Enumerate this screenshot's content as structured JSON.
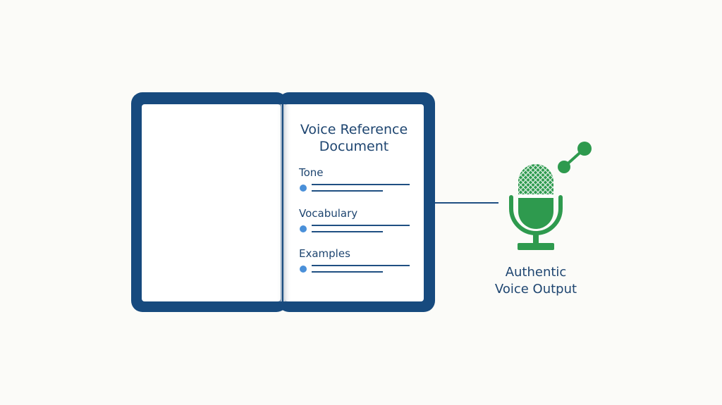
{
  "document": {
    "title_line1": "Voice Reference",
    "title_line2": "Document",
    "sections": [
      {
        "label": "Tone"
      },
      {
        "label": "Vocabulary"
      },
      {
        "label": "Examples"
      }
    ]
  },
  "output": {
    "label_line1": "Authentic",
    "label_line2": "Voice Output"
  },
  "colors": {
    "book_border": "#174a7e",
    "text": "#1e4570",
    "bullet": "#4a90d9",
    "mic_green": "#2e9a4e",
    "connector": "#1f4f82"
  },
  "icons": [
    "open-book-icon",
    "microphone-icon",
    "connection-node-icon"
  ]
}
